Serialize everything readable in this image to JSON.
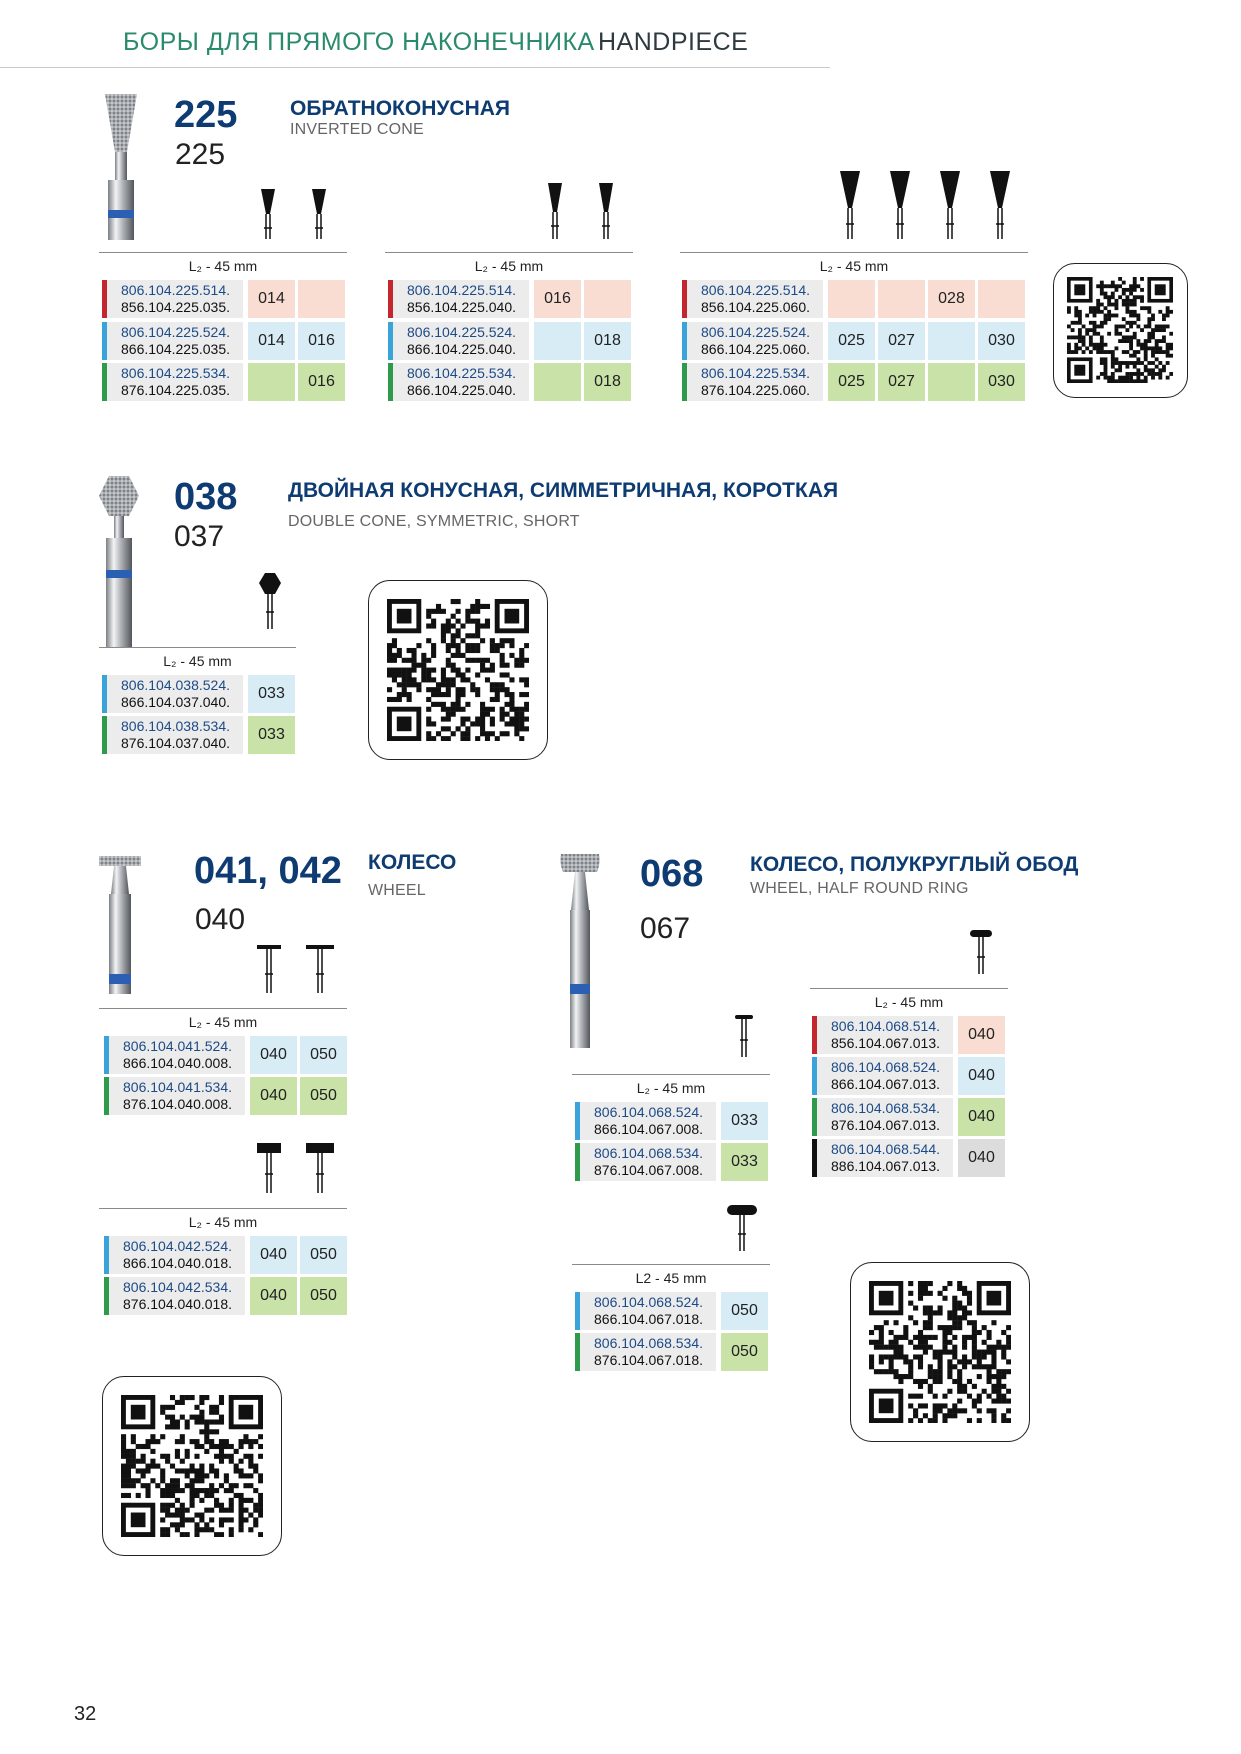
{
  "header": {
    "title_ru": "БОРЫ ДЛЯ ПРЯМОГО НАКОНЕЧНИКА",
    "title_en": "HANDPIECE"
  },
  "colors": {
    "red": "#c4262e",
    "blue": "#3aa3da",
    "green": "#2f9a4c",
    "black": "#111111",
    "pink": "#f9ddd2",
    "lightblue": "#d8ecf6",
    "lightgreen": "#c9e2a8",
    "grey": "#dcdcdc"
  },
  "icons": [
    "qr-code-icon",
    "bur-shape-icon",
    "diamond-bur-image"
  ],
  "l2_label": "L₂ - 45 mm",
  "l2_alt_label": "L2 - 45 mm",
  "s225": {
    "num": "225",
    "alt": "225",
    "title": "ОБРАТНОКОНУСНАЯ",
    "subtitle": "INVERTED CONE",
    "tables": [
      {
        "rows": [
          {
            "c1": "806.104.225.514.",
            "c2": "856.104.225.035.",
            "cells": [
              "014",
              ""
            ]
          },
          {
            "c1": "806.104.225.524.",
            "c2": "866.104.225.035.",
            "cells": [
              "014",
              "016"
            ]
          },
          {
            "c1": "806.104.225.534.",
            "c2": "876.104.225.035.",
            "cells": [
              "",
              "016"
            ]
          }
        ]
      },
      {
        "rows": [
          {
            "c1": "806.104.225.514.",
            "c2": "856.104.225.040.",
            "cells": [
              "016",
              ""
            ]
          },
          {
            "c1": "806.104.225.524.",
            "c2": "866.104.225.040.",
            "cells": [
              "",
              "018"
            ]
          },
          {
            "c1": "806.104.225.534.",
            "c2": "866.104.225.040.",
            "cells": [
              "",
              "018"
            ]
          }
        ]
      },
      {
        "rows": [
          {
            "c1": "806.104.225.514.",
            "c2": "856.104.225.060.",
            "cells": [
              "",
              "",
              "028",
              ""
            ]
          },
          {
            "c1": "806.104.225.524.",
            "c2": "866.104.225.060.",
            "cells": [
              "025",
              "027",
              "",
              "030"
            ]
          },
          {
            "c1": "806.104.225.534.",
            "c2": "876.104.225.060.",
            "cells": [
              "025",
              "027",
              "",
              "030"
            ]
          }
        ]
      }
    ]
  },
  "s038": {
    "num": "038",
    "alt": "037",
    "title": "ДВОЙНАЯ КОНУСНАЯ, СИММЕТРИЧНАЯ, КОРОТКАЯ",
    "subtitle": "DOUBLE CONE, SYMMETRIC, SHORT",
    "rows": [
      {
        "c1": "806.104.038.524.",
        "c2": "866.104.037.040.",
        "cells": [
          "033"
        ]
      },
      {
        "c1": "806.104.038.534.",
        "c2": "876.104.037.040.",
        "cells": [
          "033"
        ]
      }
    ]
  },
  "s041": {
    "num": "041, 042",
    "alt": "040",
    "title": "КОЛЕСО",
    "subtitle": "WHEEL",
    "table_a": [
      {
        "c1": "806.104.041.524.",
        "c2": "866.104.040.008.",
        "cells": [
          "040",
          "050"
        ]
      },
      {
        "c1": "806.104.041.534.",
        "c2": "876.104.040.008.",
        "cells": [
          "040",
          "050"
        ]
      }
    ],
    "table_b": [
      {
        "c1": "806.104.042.524.",
        "c2": "866.104.040.018.",
        "cells": [
          "040",
          "050"
        ]
      },
      {
        "c1": "806.104.042.534.",
        "c2": "876.104.040.018.",
        "cells": [
          "040",
          "050"
        ]
      }
    ]
  },
  "s068": {
    "num": "068",
    "alt": "067",
    "title": "КОЛЕСО, ПОЛУКРУГЛЫЙ ОБОД",
    "subtitle": "WHEEL, HALF ROUND RING",
    "table_a": [
      {
        "c1": "806.104.068.524.",
        "c2": "866.104.067.008.",
        "cells": [
          "033"
        ]
      },
      {
        "c1": "806.104.068.534.",
        "c2": "876.104.067.008.",
        "cells": [
          "033"
        ]
      }
    ],
    "table_b": [
      {
        "c1": "806.104.068.524.",
        "c2": "866.104.067.018.",
        "cells": [
          "050"
        ]
      },
      {
        "c1": "806.104.068.534.",
        "c2": "876.104.067.018.",
        "cells": [
          "050"
        ]
      }
    ],
    "table_c": [
      {
        "c1": "806.104.068.514.",
        "c2": "856.104.067.013.",
        "cells": [
          "040"
        ]
      },
      {
        "c1": "806.104.068.524.",
        "c2": "866.104.067.013.",
        "cells": [
          "040"
        ]
      },
      {
        "c1": "806.104.068.534.",
        "c2": "876.104.067.013.",
        "cells": [
          "040"
        ]
      },
      {
        "c1": "806.104.068.544.",
        "c2": "886.104.067.013.",
        "cells": [
          "040"
        ]
      }
    ]
  },
  "page_number": "32"
}
